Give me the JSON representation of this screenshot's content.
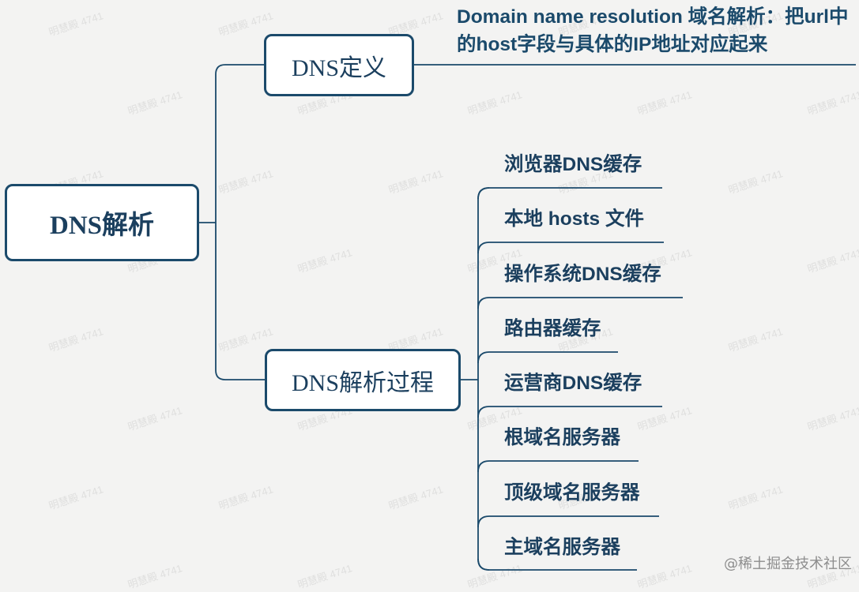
{
  "mindmap": {
    "root": "DNS解析",
    "definition": {
      "label": "DNS定义",
      "text": "Domain name resolution 域名解析：把url中的host字段与具体的IP地址对应起来"
    },
    "process": {
      "label": "DNS解析过程",
      "steps": [
        "浏览器DNS缓存",
        "本地 hosts 文件",
        "操作系统DNS缓存",
        "路由器缓存",
        "运营商DNS缓存",
        "根域名服务器",
        "顶级域名服务器",
        "主域名服务器"
      ]
    }
  },
  "footer": {
    "credit": "@稀土掘金技术社区"
  },
  "watermark": "明慧殿 4741",
  "colors": {
    "line": "#1b4a6b",
    "text": "#1b3f5e",
    "background": "#f3f3f2"
  }
}
